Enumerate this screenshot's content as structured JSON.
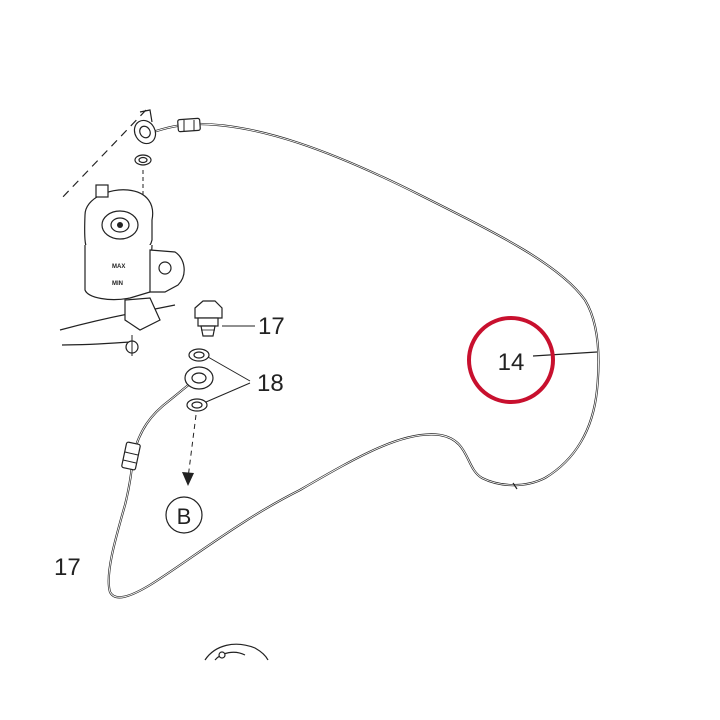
{
  "callouts": {
    "hose": "14",
    "bolt": "17",
    "washer": "18",
    "ref_b": "B",
    "edge_17": "17"
  },
  "highlight": {
    "color": "#c8102e",
    "target": "14"
  },
  "reservoir": {
    "label_max": "MAX",
    "label_min": "MIN"
  }
}
